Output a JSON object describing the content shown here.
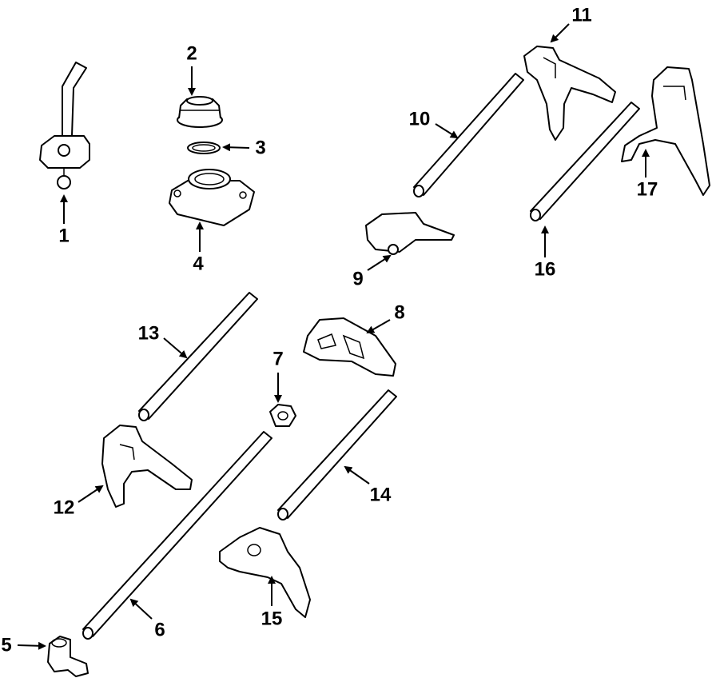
{
  "diagram": {
    "type": "exploded parts diagram",
    "callouts": [
      {
        "id": "1",
        "label": "1"
      },
      {
        "id": "2",
        "label": "2"
      },
      {
        "id": "3",
        "label": "3"
      },
      {
        "id": "4",
        "label": "4"
      },
      {
        "id": "5",
        "label": "5"
      },
      {
        "id": "6",
        "label": "6"
      },
      {
        "id": "7",
        "label": "7"
      },
      {
        "id": "8",
        "label": "8"
      },
      {
        "id": "9",
        "label": "9"
      },
      {
        "id": "10",
        "label": "10"
      },
      {
        "id": "11",
        "label": "11"
      },
      {
        "id": "12",
        "label": "12"
      },
      {
        "id": "13",
        "label": "13"
      },
      {
        "id": "14",
        "label": "14"
      },
      {
        "id": "15",
        "label": "15"
      },
      {
        "id": "16",
        "label": "16"
      },
      {
        "id": "17",
        "label": "17"
      }
    ]
  }
}
